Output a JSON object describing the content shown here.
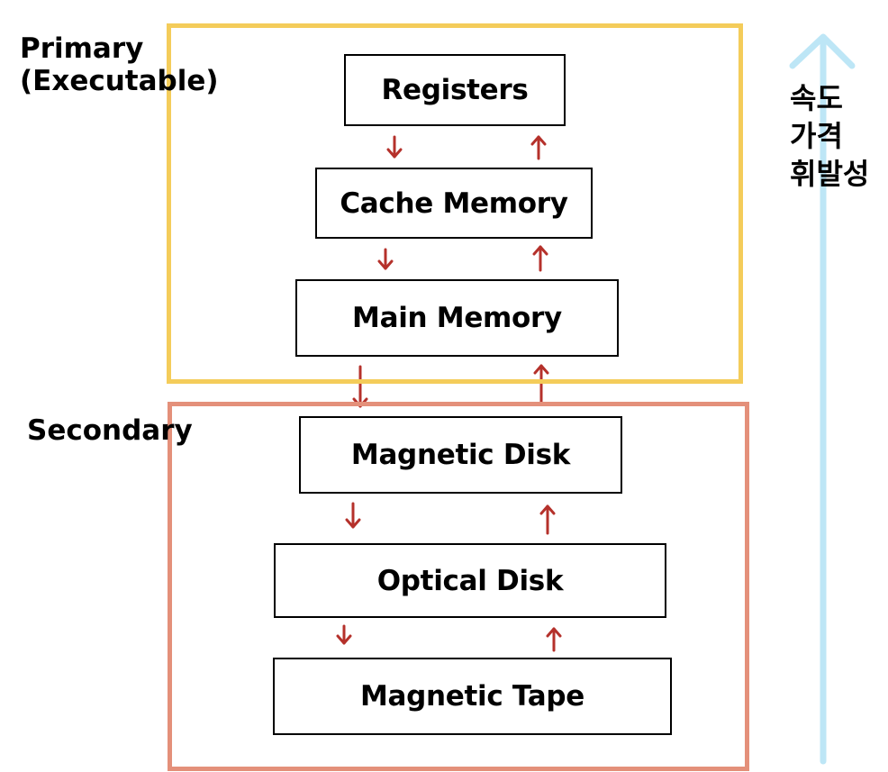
{
  "colors": {
    "primary_frame": "#f4cc5a",
    "secondary_frame": "#e4907a",
    "flow_arrow": "#b5312b",
    "axis_arrow": "#bde6f6",
    "box_border": "#000000",
    "text": "#000000"
  },
  "groups": {
    "primary": {
      "label_line1": "Primary",
      "label_line2": "(Executable)"
    },
    "secondary": {
      "label": "Secondary"
    }
  },
  "levels": [
    {
      "label": "Registers"
    },
    {
      "label": "Cache Memory"
    },
    {
      "label": "Main Memory"
    },
    {
      "label": "Magnetic Disk"
    },
    {
      "label": "Optical Disk"
    },
    {
      "label": "Magnetic Tape"
    }
  ],
  "axis": {
    "direction": "up",
    "labels": [
      "속도",
      "가격",
      "휘발성"
    ]
  }
}
